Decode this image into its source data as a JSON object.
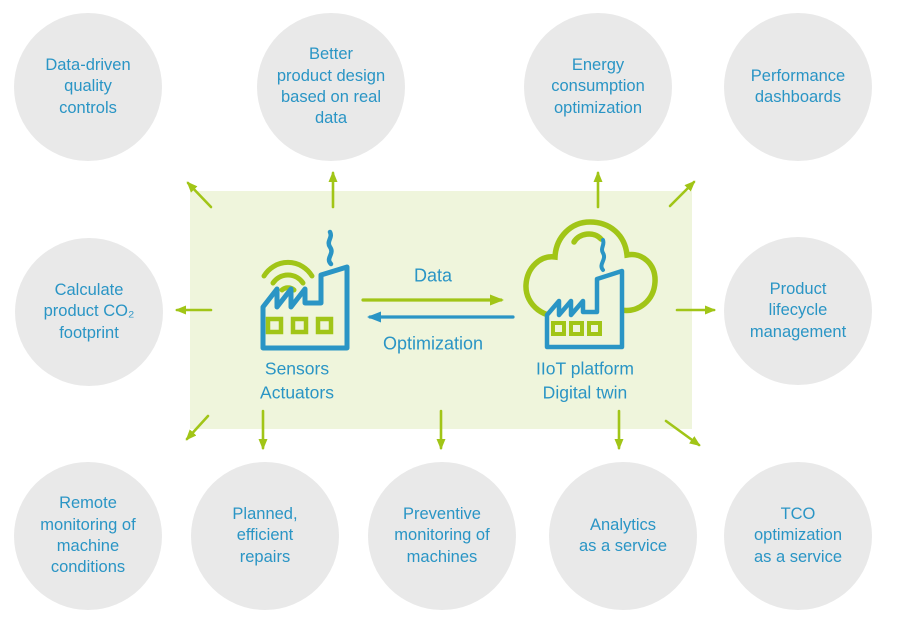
{
  "colors": {
    "accent_green": "#a1c517",
    "accent_blue": "#2a95c5",
    "panel_background": "#eff5dc",
    "circle_background": "#e9e9e9"
  },
  "center": {
    "data_flow_label": "Data",
    "optimization_flow_label": "Optimization",
    "edge_node_label": "Sensors\nActuators",
    "platform_node_label": "IIoT platform\nDigital twin"
  },
  "circles": [
    {
      "id": "data-driven-quality-controls",
      "text": "Data-driven\nquality\ncontrols"
    },
    {
      "id": "better-product-design",
      "text": "Better\nproduct design\nbased on real\ndata"
    },
    {
      "id": "energy-consumption-optimization",
      "text": "Energy\nconsumption\noptimization"
    },
    {
      "id": "performance-dashboards",
      "text": "Performance\ndashboards"
    },
    {
      "id": "calculate-product-co2-footprint",
      "text": "Calculate\nproduct CO₂\nfootprint"
    },
    {
      "id": "product-lifecycle-management",
      "text": "Product\nlifecycle\nmanagement"
    },
    {
      "id": "remote-monitoring-machine-conditions",
      "text": "Remote\nmonitoring of\nmachine\nconditions"
    },
    {
      "id": "planned-efficient-repairs",
      "text": "Planned,\nefficient\nrepairs"
    },
    {
      "id": "preventive-monitoring-of-machines",
      "text": "Preventive\nmonitoring of\nmachines"
    },
    {
      "id": "analytics-as-a-service",
      "text": "Analytics\nas a service"
    },
    {
      "id": "tco-optimization-as-a-service",
      "text": "TCO\noptimization\nas a service"
    }
  ]
}
